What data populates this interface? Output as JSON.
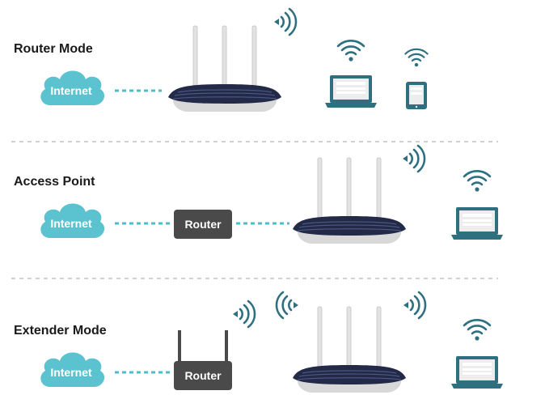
{
  "colors": {
    "cloud": "#5bc2cf",
    "link": "#4fbcc9",
    "wifi": "#2e6f80",
    "device": "#2e6f80",
    "screen": "#ededed",
    "router_box": "#4a4a4a",
    "router_body": "#232a47",
    "antenna": "#e2e2e2",
    "divider": "#b5b5b5",
    "title_text": "#1a1a1a"
  },
  "icons": {
    "internet": "cloud-icon",
    "router_device": "wifi-router-icon",
    "existing_router": "router-box-icon",
    "laptop": "laptop-icon",
    "tablet": "tablet-icon",
    "wireless_signal": "wifi-signal-icon"
  },
  "sections": [
    {
      "title": "Router Mode",
      "internet_label": "Internet"
    },
    {
      "title": "Access Point",
      "internet_label": "Internet",
      "router_label": "Router"
    },
    {
      "title": "Extender Mode",
      "internet_label": "Internet",
      "router_label": "Router"
    }
  ]
}
